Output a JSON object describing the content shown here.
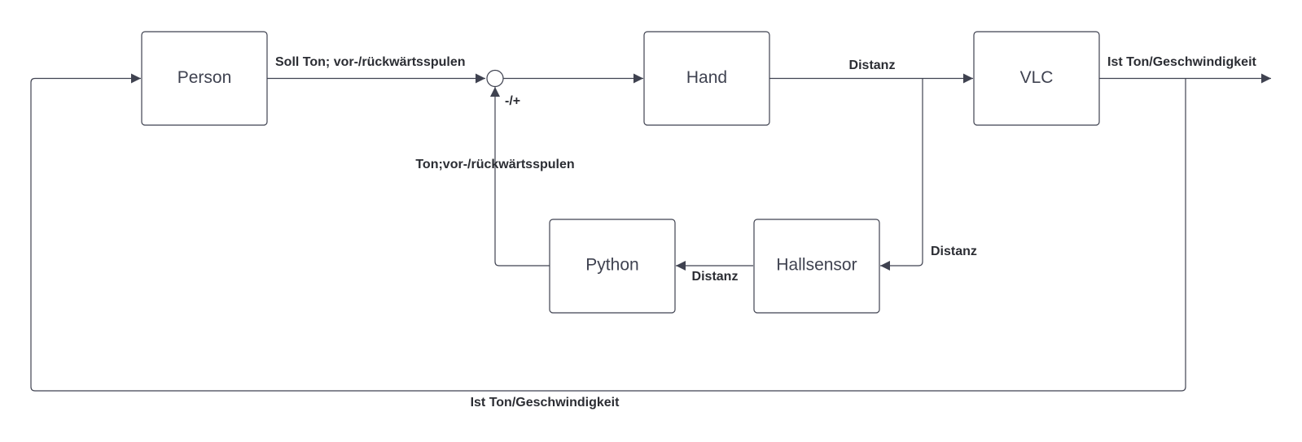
{
  "blocks": {
    "person": "Person",
    "hand": "Hand",
    "vlc": "VLC",
    "python": "Python",
    "hallsensor": "Hallsensor"
  },
  "summing_junction": {
    "sign": "-/+"
  },
  "edges": {
    "person_to_junction": "Soll Ton; vor-/rückwärtsspulen",
    "hand_to_vlc": "Distanz",
    "vlc_output": "Ist Ton/Geschwindigkeit",
    "python_to_junction": "Ton;vor-/rückwärtsspulen",
    "branch_to_hallsensor": "Distanz",
    "hallsensor_to_python": "Distanz",
    "feedback_to_person": "Ist Ton/Geschwindigkeit"
  },
  "colors": {
    "stroke": "#3f4250",
    "text": "#2b2d33",
    "background": "#ffffff"
  }
}
